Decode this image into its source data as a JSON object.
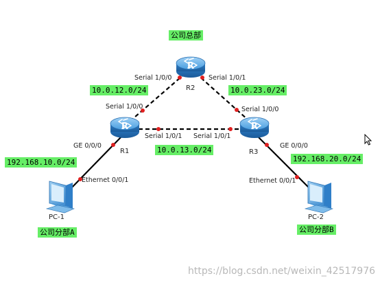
{
  "site_labels": {
    "hq": "公司总部",
    "branch_a": "公司分部A",
    "branch_b": "公司分部B"
  },
  "devices": {
    "r1": "R1",
    "r2": "R2",
    "r3": "R3",
    "router_glyph": "R",
    "pc1": "PC-1",
    "pc2": "PC-2"
  },
  "networks": {
    "r1_r2": "10.0.12.0/24",
    "r2_r3": "10.0.23.0/24",
    "r1_r3": "10.0.13.0/24",
    "r1_pc1": "192.168.10.0/24",
    "r3_pc2": "192.168.20.0/24"
  },
  "interfaces": {
    "r2_to_r1": "Serial 1/0/0",
    "r2_to_r3": "Serial 1/0/1",
    "r1_to_r2": "Serial 1/0/0",
    "r1_to_r3": "Serial 1/0/1",
    "r3_to_r2": "Serial 1/0/0",
    "r3_to_r1": "Serial 1/0/1",
    "r1_ge": "GE 0/0/0",
    "r3_ge": "GE 0/0/0",
    "pc1_eth": "Ethernet 0/0/1",
    "pc2_eth": "Ethernet 0/0/1"
  },
  "watermark": "https://blog.csdn.net/weixin_42517976",
  "colors": {
    "label_bg": "#66ee66",
    "router_blue": "#2f7fc8",
    "endpoint_red": "#e02020",
    "link": "#000000"
  }
}
